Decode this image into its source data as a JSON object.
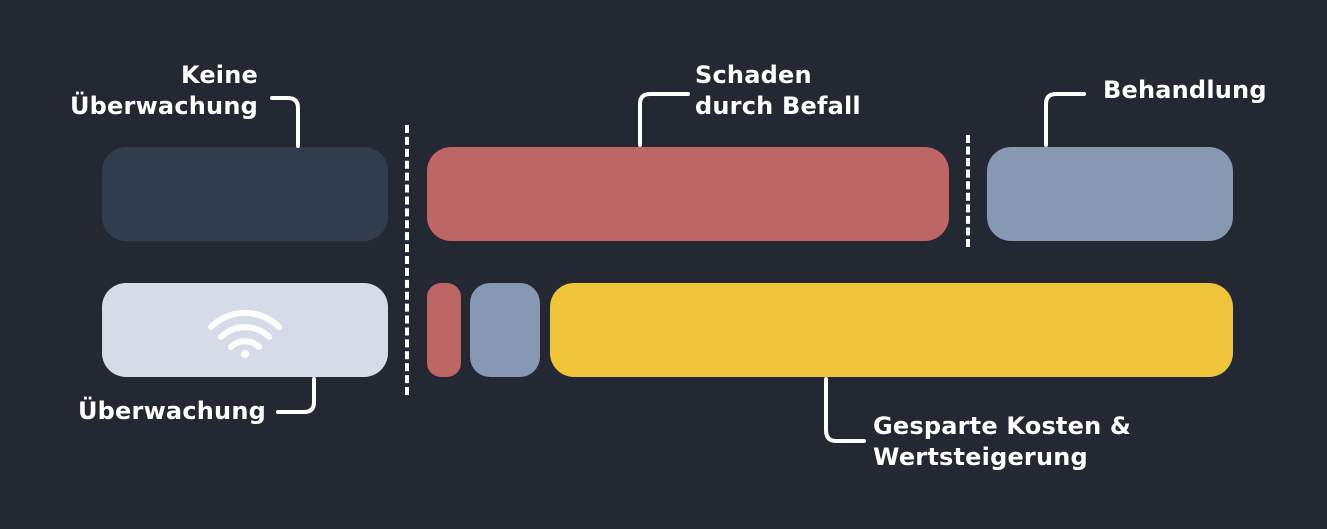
{
  "diagram": {
    "labels": {
      "no_monitoring": "Keine\nÜberwachung",
      "damage": "Schaden\ndurch Befall",
      "treatment": "Behandlung",
      "monitoring": "Überwachung",
      "savings": "Gesparte Kosten &\nWertsteigerung"
    },
    "icons": {
      "monitoring_bar": "wifi-icon"
    },
    "colors": {
      "background": "#232833",
      "no_monitoring": "#313c4d",
      "damage": "#be6566",
      "treatment": "#8698b2",
      "monitoring": "#d5dce7",
      "savings": "#efc43b",
      "text": "#ffffff"
    }
  }
}
